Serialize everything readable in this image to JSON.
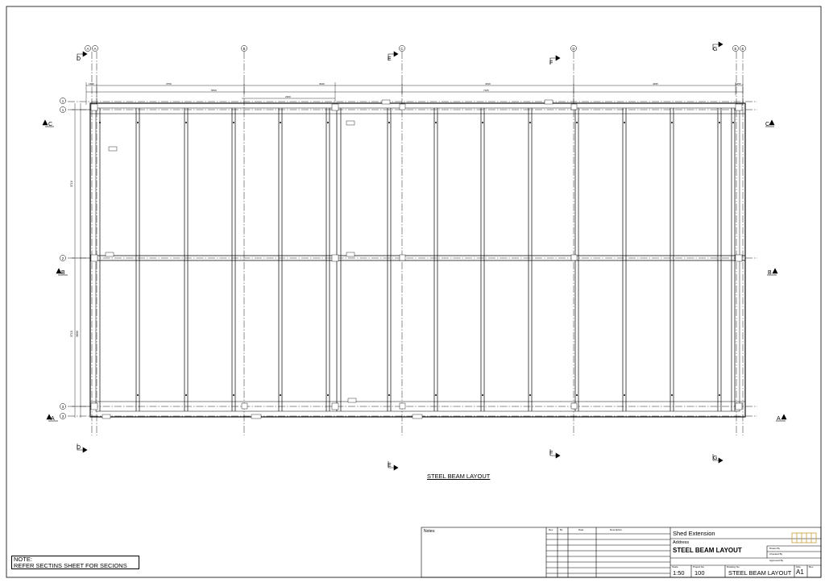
{
  "drawing": {
    "title": "STEEL BEAM LAYOUT",
    "note_heading": "NOTE:",
    "note_text": "REFER SECTINS SHEET FOR SECIONS"
  },
  "grid": {
    "columns": [
      "A",
      "B",
      "C",
      "D",
      "E"
    ],
    "rows": [
      "1",
      "2",
      "3"
    ],
    "section_marks": [
      "A",
      "B",
      "C",
      "D",
      "E",
      "F",
      "G"
    ]
  },
  "dimensions": {
    "top_row_1": [
      "1350",
      "3750",
      "3940",
      "4330",
      "4395",
      "1350"
    ],
    "top_row_2": [
      "6530",
      "7105"
    ],
    "top_row_3": [
      "2300"
    ],
    "left": [
      "3710",
      "3715",
      "3830"
    ]
  },
  "title_block": {
    "notes_label": "Notes:",
    "rev_headers": [
      "Rev",
      "By",
      "Date",
      "Description"
    ],
    "project": "Shed Extension",
    "address_label": "Address",
    "drawing_title": "STEEL BEAM LAYOUT",
    "drawn_by_label": "Drawn By",
    "checked_by_label": "Checked By",
    "approved_by_label": "Approved By",
    "scale_label": "Scale",
    "scale": "1:50",
    "project_no_label": "Project No",
    "project_no": "100",
    "drawing_no_label": "Drawing No",
    "drawing_no": "STEEL BEAM LAYOUT",
    "size_label": "Size",
    "size": "A1",
    "rev_label": "Rev"
  },
  "colors": {
    "line": "#000000",
    "faint": "#555555"
  }
}
